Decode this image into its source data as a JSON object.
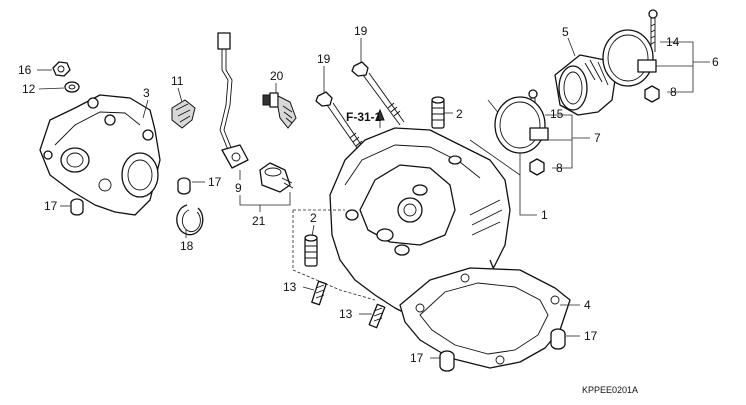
{
  "section_ref": "F-31-1",
  "drawing_code": "KPPEE0201A",
  "callouts": {
    "c1": "1",
    "c2a": "2",
    "c2b": "2",
    "c3": "3",
    "c4": "4",
    "c5": "5",
    "c6": "6",
    "c7": "7",
    "c8a": "8",
    "c8b": "8",
    "c9": "9",
    "c11": "11",
    "c12": "12",
    "c13a": "13",
    "c13b": "13",
    "c14": "14",
    "c15": "15",
    "c16": "16",
    "c17a": "17",
    "c17b": "17",
    "c17c": "17",
    "c17d": "17",
    "c18": "18",
    "c19a": "19",
    "c19b": "19",
    "c20": "20",
    "c21": "21"
  }
}
